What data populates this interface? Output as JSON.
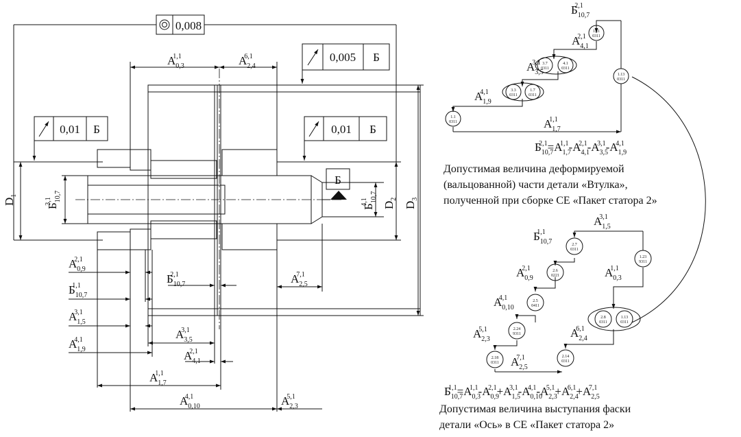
{
  "frames": {
    "coax": {
      "value": "0,008"
    },
    "runout_top": {
      "value": "0,005",
      "datum": "Б"
    },
    "runout_left": {
      "value": "0,01",
      "datum": "Б"
    },
    "runout_right": {
      "value": "0,01",
      "datum": "Б"
    }
  },
  "datum_label": "Б",
  "diameters": {
    "d1": "D",
    "d1s": "1",
    "d2": "D",
    "d2s": "2",
    "d3": "D",
    "d3s": "3"
  },
  "dims": [
    {
      "b": "A",
      "s": "0,3",
      "p": "1,1"
    },
    {
      "b": "A",
      "s": "2,4",
      "p": "6,1"
    },
    {
      "b": "Б",
      "s": "10,7",
      "p": "3,1"
    },
    {
      "b": "Б",
      "s": "10,7",
      "p": "4,1"
    },
    {
      "b": "A",
      "s": "0,9",
      "p": "2,1"
    },
    {
      "b": "Б",
      "s": "10,7",
      "p": "1,1"
    },
    {
      "b": "A",
      "s": "1,5",
      "p": "3,1"
    },
    {
      "b": "A",
      "s": "1,9",
      "p": "4,1"
    },
    {
      "b": "Б",
      "s": "10,7",
      "p": "2,1"
    },
    {
      "b": "A",
      "s": "2,5",
      "p": "7,1"
    },
    {
      "b": "A",
      "s": "3,5",
      "p": "3,1"
    },
    {
      "b": "A",
      "s": "4,1",
      "p": "2,1"
    },
    {
      "b": "A",
      "s": "1,7",
      "p": "1,1"
    },
    {
      "b": "A",
      "s": "0,10",
      "p": "4,1"
    },
    {
      "b": "A",
      "s": "2,3",
      "p": "5,1"
    }
  ],
  "graph1": {
    "labels": [
      {
        "b": "Б",
        "s": "10,7",
        "p": "2,1"
      },
      {
        "b": "A",
        "s": "4,1",
        "p": "2,1"
      },
      {
        "b": "A",
        "s": "3,5",
        "p": "3,1"
      },
      {
        "b": "A",
        "s": "1,9",
        "p": "4,1"
      },
      {
        "b": "A",
        "s": "1,7",
        "p": "1,1"
      }
    ],
    "nodes": [
      {
        "a": "1.11",
        "b": "0311"
      },
      {
        "a": "3.7",
        "b": "0311"
      },
      {
        "a": "4.1",
        "b": "0311"
      },
      {
        "a": "3.3",
        "b": "0311"
      },
      {
        "a": "1.7",
        "b": "0311"
      },
      {
        "a": "1.1",
        "b": "0311"
      },
      {
        "a": "1.13",
        "b": "0311"
      }
    ],
    "eq": {
      "lhs": "Б",
      "lhs_s": "10,7",
      "lhs_p": "2,1",
      "terms": [
        {
          "op": "=",
          "b": "A",
          "s": "1,7",
          "p": "1,1"
        },
        {
          "op": "-",
          "b": "A",
          "s": "4,1",
          "p": "2,1"
        },
        {
          "op": "-",
          "b": "A",
          "s": "3,5",
          "p": "3,1"
        },
        {
          "op": "-",
          "b": "A",
          "s": "1,9",
          "p": "4,1"
        }
      ]
    },
    "caption": [
      "Допустимая величина деформируемой",
      "(вальцованной) части детали «Втулка»,",
      "полученной при сборке СЕ «Пакет статора 2»"
    ]
  },
  "graph2": {
    "labels": [
      {
        "b": "A",
        "s": "1,5",
        "p": "3,1"
      },
      {
        "b": "Б",
        "s": "10,7",
        "p": "1,1"
      },
      {
        "b": "A",
        "s": "0,9",
        "p": "2,1"
      },
      {
        "b": "A",
        "s": "0,3",
        "p": "1,1"
      },
      {
        "b": "A",
        "s": "0,10",
        "p": "4,1"
      },
      {
        "b": "A",
        "s": "2,3",
        "p": "5,1"
      },
      {
        "b": "A",
        "s": "2,4",
        "p": "6,1"
      },
      {
        "b": "A",
        "s": "2,5",
        "p": "7,1"
      }
    ],
    "nodes": [
      {
        "a": "2.7",
        "b": "0311"
      },
      {
        "a": "1.23",
        "b": "9311"
      },
      {
        "a": "2.6",
        "b": "0221"
      },
      {
        "a": "2.5",
        "b": "0411"
      },
      {
        "a": "2.8",
        "b": "0311"
      },
      {
        "a": "1.13",
        "b": "0311"
      },
      {
        "a": "2.24",
        "b": "9311"
      },
      {
        "a": "2.18",
        "b": "0311"
      },
      {
        "a": "2.14",
        "b": "0311"
      }
    ],
    "eq": {
      "lhs": "Б",
      "lhs_s": "10,7",
      "lhs_p": "1,1",
      "terms": [
        {
          "op": "=",
          "b": "A",
          "s": "0,3",
          "p": "1,1"
        },
        {
          "op": "-",
          "b": "A",
          "s": "0,9",
          "p": "2,1"
        },
        {
          "op": "+",
          "b": "A",
          "s": "1,5",
          "p": "3,1"
        },
        {
          "op": "-",
          "b": "A",
          "s": "0,10",
          "p": "4,1"
        },
        {
          "op": "-",
          "b": "A",
          "s": "2,3",
          "p": "5,1"
        },
        {
          "op": "+",
          "b": "A",
          "s": "2,4",
          "p": "6,1"
        },
        {
          "op": "+",
          "b": "A",
          "s": "2,5",
          "p": "7,1"
        }
      ]
    },
    "caption": [
      "Допустимая величина выступания фаски",
      "детали «Ось» в СЕ «Пакет статора 2»"
    ]
  }
}
